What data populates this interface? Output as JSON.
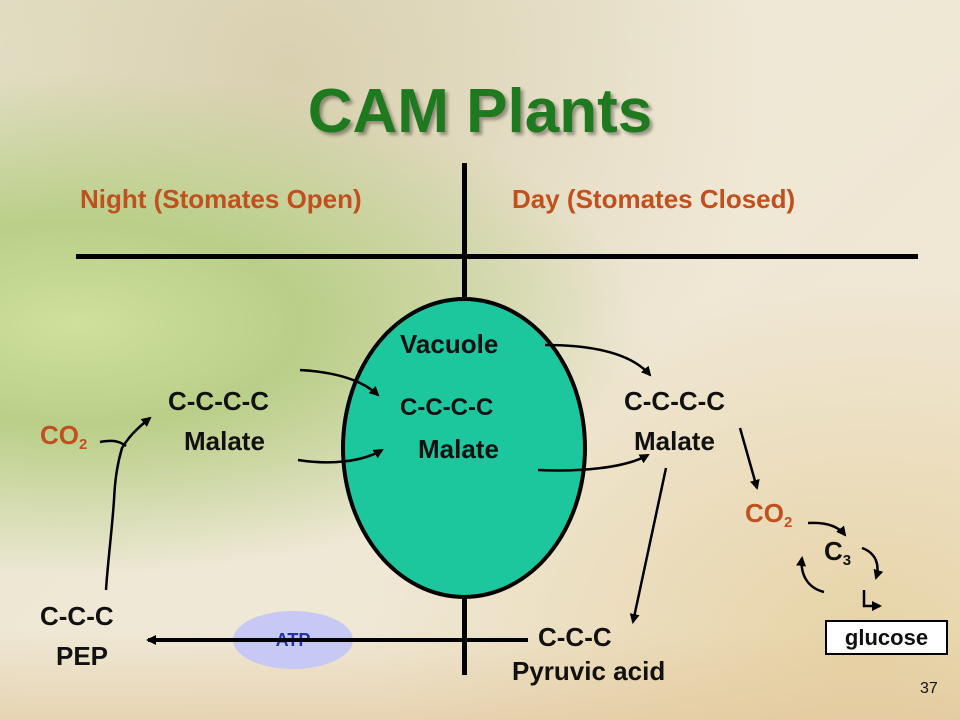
{
  "title": "CAM Plants",
  "headers": {
    "night": "Night (Stomates Open)",
    "day": "Day (Stomates Closed)"
  },
  "vacuole": {
    "label": "Vacuole",
    "formula": "C-C-C-C",
    "name": "Malate"
  },
  "night_malate": {
    "formula": "C-C-C-C",
    "name": "Malate"
  },
  "day_malate": {
    "formula": "C-C-C-C",
    "name": "Malate"
  },
  "co2_night": {
    "base": "CO",
    "sub": "2"
  },
  "co2_day": {
    "base": "CO",
    "sub": "2"
  },
  "c3": {
    "base": "C",
    "sub": "3"
  },
  "pep": {
    "formula": "C-C-C",
    "name": "PEP"
  },
  "pyruvic": {
    "formula": "C-C-C",
    "name": "Pyruvic acid"
  },
  "atp": "ATP",
  "glucose": "glucose",
  "page_number": "37",
  "colors": {
    "title": "#1f7a1f",
    "header": "#c2501e",
    "vacuole": "#1dc79d",
    "atp": "#c7c9f4"
  }
}
